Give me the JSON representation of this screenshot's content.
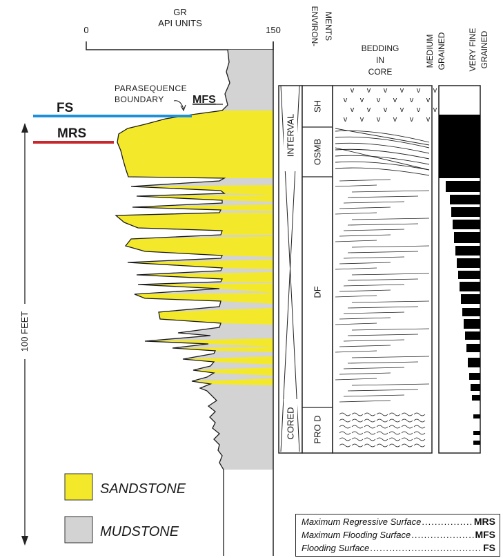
{
  "gr_axis": {
    "title_line1": "GR",
    "title_line2": "API UNITS",
    "min_label": "0",
    "max_label": "150"
  },
  "scale_label": "100 FEET",
  "surfaces": {
    "fs": "FS",
    "mrs": "MRS",
    "mfs": "MFS",
    "parasequence_line1": "PARASEQUENCE",
    "parasequence_line2": "BOUNDARY",
    "fs_color": "#1e90d8",
    "mrs_color": "#c8282d"
  },
  "columns": {
    "environments_line1": "ENVIRON-",
    "environments_line2": "MENTS",
    "bedding_line1": "BEDDING",
    "bedding_line2": "IN",
    "bedding_line3": "CORE",
    "medium_line1": "MEDIUM",
    "medium_line2": "GRAINED",
    "veryfine_line1": "VERY FINE",
    "veryfine_line2": "GRAINED",
    "interval_label": "INTERVAL",
    "cored_label": "CORED"
  },
  "environments": [
    "SH",
    "OSMB",
    "DF",
    "PRO D"
  ],
  "lithology_legend": {
    "sandstone": "SANDSTONE",
    "mudstone": "MUDSTONE",
    "sandstone_color": "#f3e92a",
    "mudstone_color": "#d3d3d3"
  },
  "abbreviation_key": [
    {
      "label": "Maximum Regressive Surface",
      "abbr": "MRS"
    },
    {
      "label": "Maximum Flooding Surface",
      "abbr": "MFS"
    },
    {
      "label": "Flooding Surface",
      "abbr": "FS"
    }
  ]
}
